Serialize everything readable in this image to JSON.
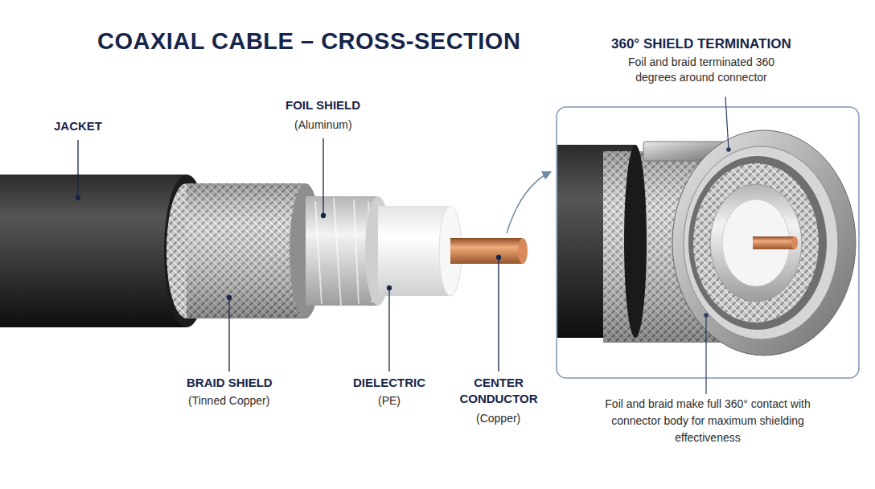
{
  "diagram": {
    "title": "COAXIAL CABLE – CROSS-SECTION",
    "labels": [
      "JACKET",
      "FOIL SHIELD",
      "(Aluminum)",
      "BRAID SHIELD",
      "(Tinned Copper)",
      "DIELECTRIC",
      "(PE)",
      "CENTER CONDUCTOR",
      "(Copper)",
      "360° SHIELD TERMINATION",
      "Foil and braid terminated 360 degrees around connector",
      "Foil and braid make full 360° contact with connector body for maximum shielding effectiveness"
    ]
  }
}
